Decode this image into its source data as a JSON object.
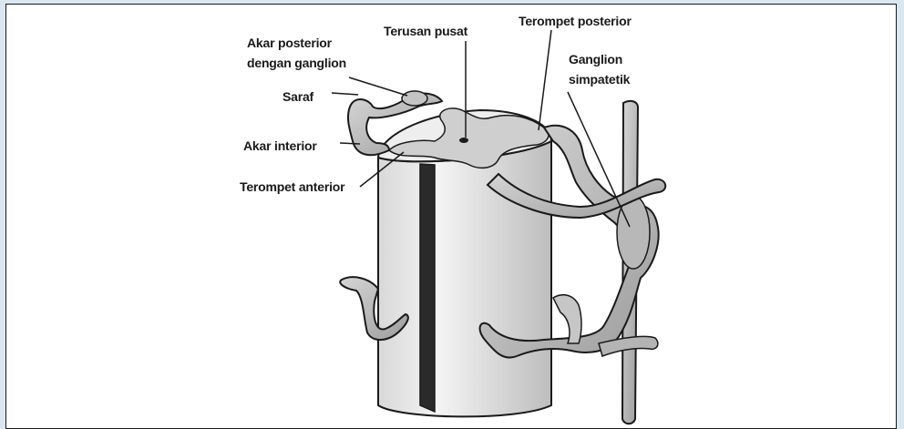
{
  "diagram": {
    "labels": {
      "akar_posterior_line1": "Akar posterior",
      "akar_posterior_line2": "dengan ganglion",
      "terusan_pusat": "Terusan pusat",
      "terompet_posterior": "Terompet posterior",
      "ganglion_line1": "Ganglion",
      "ganglion_line2": "simpatetik",
      "saraf": "Saraf",
      "akar_interior": "Akar interior",
      "terompet_anterior": "Terompet anterior"
    },
    "colors": {
      "page_background": "#dbe6f3",
      "panel_background": "#ffffff",
      "ink": "#1a1a1a",
      "grey_matter": "#cfcfcf",
      "white_matter": "#eeeeee",
      "nerve": "#bdbdbd"
    }
  }
}
